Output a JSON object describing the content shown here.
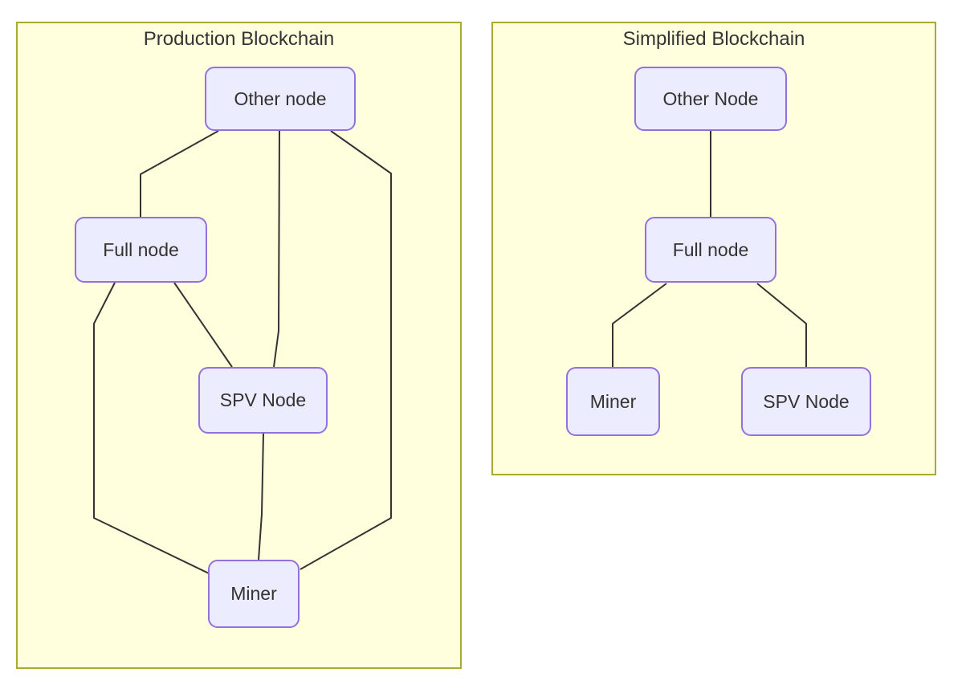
{
  "diagram": {
    "type": "flowchart",
    "colors": {
      "node_fill": "#ECECFF",
      "node_border": "#9370DB",
      "subgraph_fill": "#FFFFDE",
      "subgraph_border": "#AAAA33",
      "edge_color": "#333333",
      "text_color": "#333333",
      "page_background": "#FFFFFF"
    },
    "production": {
      "title": "Production Blockchain",
      "nodes": {
        "other": "Other node",
        "full": "Full node",
        "spv": "SPV Node",
        "miner": "Miner"
      },
      "edges": [
        {
          "from": "Other node",
          "to": "Full node"
        },
        {
          "from": "Other node",
          "to": "SPV Node"
        },
        {
          "from": "Other node",
          "to": "Miner"
        },
        {
          "from": "Full node",
          "to": "SPV Node"
        },
        {
          "from": "Full node",
          "to": "Miner"
        },
        {
          "from": "SPV Node",
          "to": "Miner"
        }
      ]
    },
    "simplified": {
      "title": "Simplified Blockchain",
      "nodes": {
        "other": "Other Node",
        "full": "Full node",
        "miner": "Miner",
        "spv": "SPV Node"
      },
      "edges": [
        {
          "from": "Other Node",
          "to": "Full node"
        },
        {
          "from": "Full node",
          "to": "Miner"
        },
        {
          "from": "Full node",
          "to": "SPV Node"
        }
      ]
    }
  }
}
